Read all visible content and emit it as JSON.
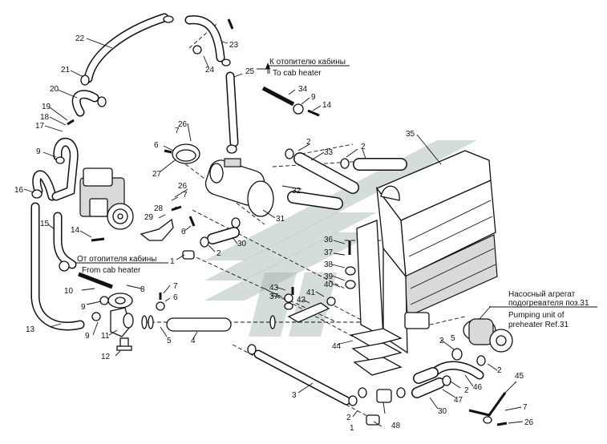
{
  "diagram": {
    "captions": {
      "to_cab_ru": "К отопителю кабины",
      "to_cab_en": "To cab heater",
      "from_cab_ru": "От отопителя кабины",
      "from_cab_en": "From cab heater",
      "pump_ru_1": "Насосный агрегат",
      "pump_ru_2": "подогревателя поз.31",
      "pump_en_1": "Pumping unit of",
      "pump_en_2": "preheater Ref.31"
    },
    "callouts": [
      "1",
      "2",
      "3",
      "4",
      "5",
      "6",
      "7",
      "8",
      "9",
      "10",
      "11",
      "12",
      "13",
      "14",
      "15",
      "16",
      "17",
      "18",
      "19",
      "20",
      "21",
      "22",
      "23",
      "24",
      "25",
      "26",
      "27",
      "28",
      "29",
      "30",
      "31",
      "32",
      "33",
      "34",
      "35",
      "36",
      "37",
      "38",
      "39",
      "40",
      "41",
      "42",
      "43",
      "44",
      "45",
      "46",
      "47",
      "48"
    ]
  }
}
